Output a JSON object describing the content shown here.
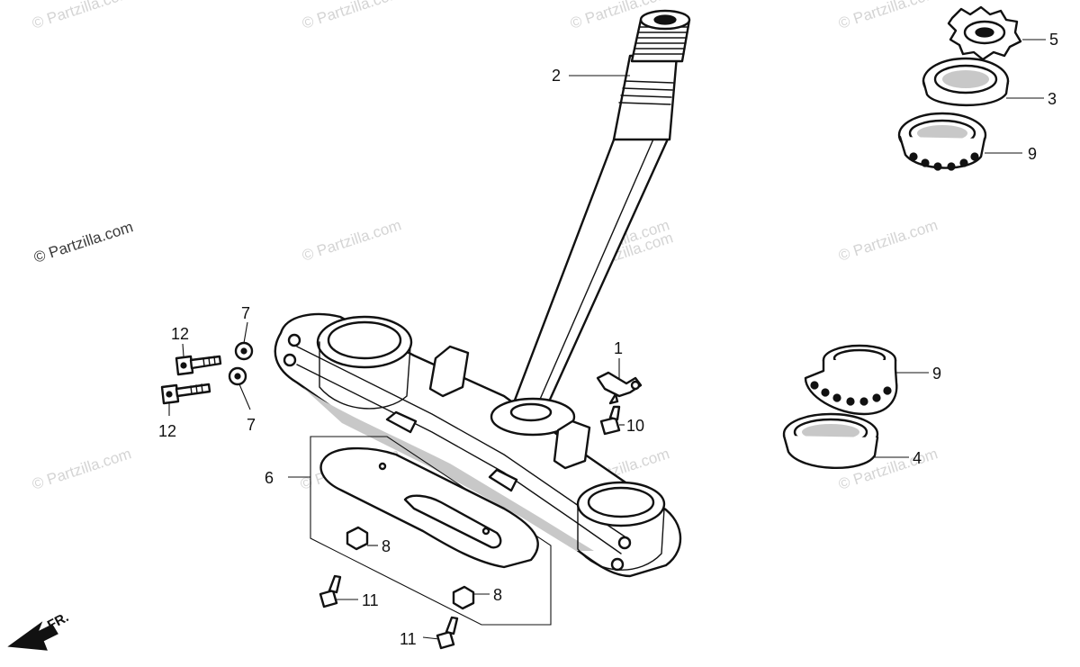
{
  "watermarks": [
    "© Partzilla.com",
    "© Partzilla.com",
    "© Partzilla.com",
    "© Partzilla.com",
    "© Partzilla.com",
    "© Partzilla.com",
    "© Partzilla.com",
    "© Partzilla.com",
    "© Partzilla.com",
    "© Partzilla.com",
    "© Partzilla.com",
    "© Partzilla.com",
    "© Partzilla.com"
  ],
  "callouts": {
    "c1": "1",
    "c2": "2",
    "c3": "3",
    "c4": "4",
    "c5": "5",
    "c6": "6",
    "c7a": "7",
    "c7b": "7",
    "c8a": "8",
    "c8b": "8",
    "c9a": "9",
    "c9b": "9",
    "c10": "10",
    "c11a": "11",
    "c11b": "11",
    "c12a": "12",
    "c12b": "12"
  },
  "direction_label": "FR."
}
